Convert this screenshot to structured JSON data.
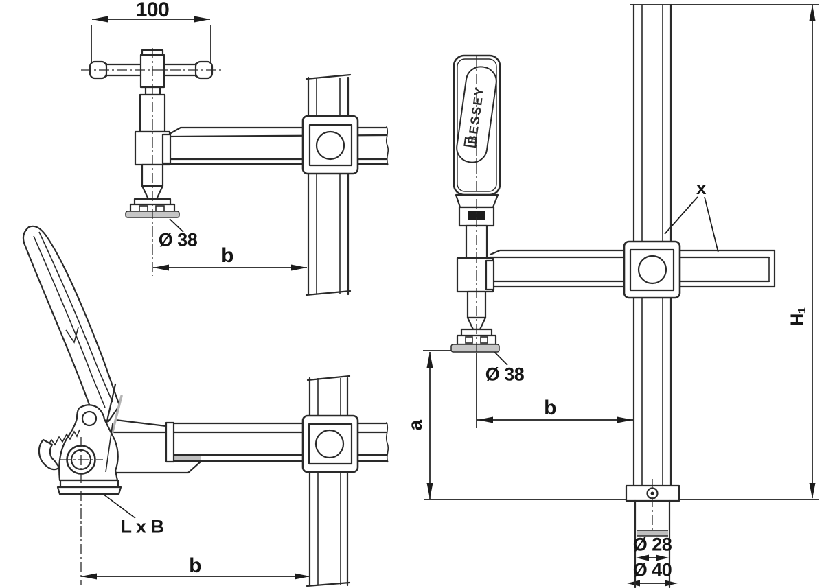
{
  "page": {
    "background": "#ffffff",
    "line_color": "#2a2a2a",
    "shade_color": "#c6c6c6"
  },
  "views": {
    "top_left_clamp": {
      "labels": {
        "spindle_width": "100",
        "pad_diameter": "Ø 38",
        "reach_b": "b"
      }
    },
    "bottom_left_clamp": {
      "labels": {
        "pad_size": "L x B",
        "reach_b": "b"
      }
    },
    "right_clamp": {
      "labels": {
        "brand": "BESSEY",
        "rail_profile_x": "x",
        "height_h_main": "H",
        "height_h_sub": "1",
        "pad_diameter": "Ø 38",
        "drop_a": "a",
        "reach_b": "b",
        "bore_diameter": "Ø 28",
        "collar_diameter": "Ø 40"
      }
    }
  }
}
